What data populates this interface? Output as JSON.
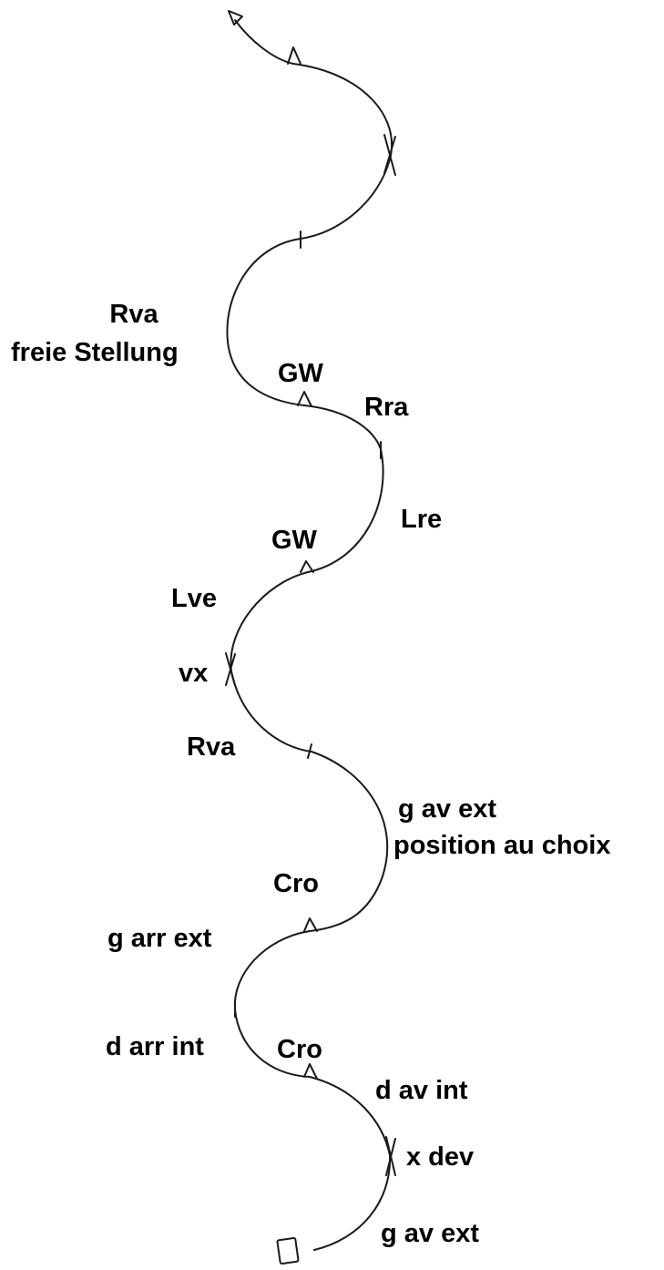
{
  "labels": {
    "rva_top": "Rva",
    "freie_stellung": "freie Stellung",
    "gw_1": "GW",
    "rra": "Rra",
    "lre": "Lre",
    "gw_2": "GW",
    "lve": "Lve",
    "vx": "vx",
    "rva_mid": "Rva",
    "g_av_ext_1": "g av ext",
    "position_au_choix": "position au choix",
    "cro_1": "Cro",
    "g_arr_ext": "g arr ext",
    "d_arr_int": "d arr int",
    "cro_2": "Cro",
    "d_av_int": "d av int",
    "x_dev": "x dev",
    "g_av_ext_2": "g av ext"
  },
  "colors": {
    "line": "#1a1a1a",
    "text": "#000000",
    "background": "#ffffff"
  },
  "icons": {
    "start": "triangle-arrow-icon",
    "end": "square-icon"
  }
}
